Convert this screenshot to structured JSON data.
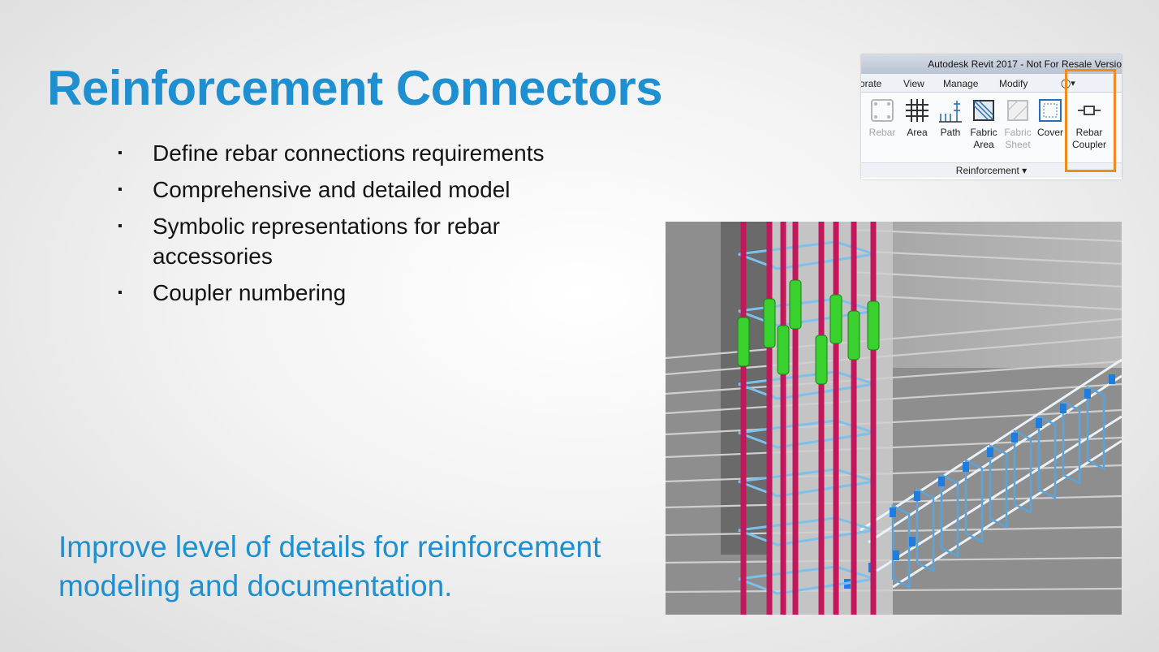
{
  "slide": {
    "title": "Reinforcement Connectors",
    "bullets": [
      "Define rebar connections requirements",
      "Comprehensive and detailed model",
      "Symbolic representations for rebar accessories",
      "Coupler numbering"
    ],
    "bullet_marker": "▪",
    "tagline": "Improve level of details for reinforcement modeling and documentation.",
    "accent_color": "#1e8fd0"
  },
  "ribbon": {
    "window_title": "Autodesk Revit 2017 - Not For Resale Versio",
    "tabs": [
      "orate",
      "View",
      "Manage",
      "Modify"
    ],
    "buttons": [
      {
        "label": "Rebar",
        "icon": "rebar-icon",
        "enabled": false
      },
      {
        "label": "Area",
        "icon": "area-grid-icon",
        "enabled": true
      },
      {
        "label": "Path",
        "icon": "path-icon",
        "enabled": true
      },
      {
        "label": "Fabric Area",
        "icon": "fabric-area-icon",
        "enabled": true
      },
      {
        "label": "Fabric Sheet",
        "icon": "fabric-sheet-icon",
        "enabled": false
      },
      {
        "label": "Cover",
        "icon": "cover-icon",
        "enabled": true
      },
      {
        "label": "Rebar Coupler",
        "icon": "rebar-coupler-icon",
        "enabled": true
      }
    ],
    "panel_label": "Reinforcement ▾",
    "highlight_color": "#f28a1c"
  },
  "model_image": {
    "description_icon": "rebar-3d-model-image",
    "colors": {
      "vertical_bars": "#c2185b",
      "couplers": "#39d12d",
      "stirrups": "#6ab6e6",
      "coupler_blue": "#1f7de0",
      "concrete": "#8a8a8a"
    }
  }
}
